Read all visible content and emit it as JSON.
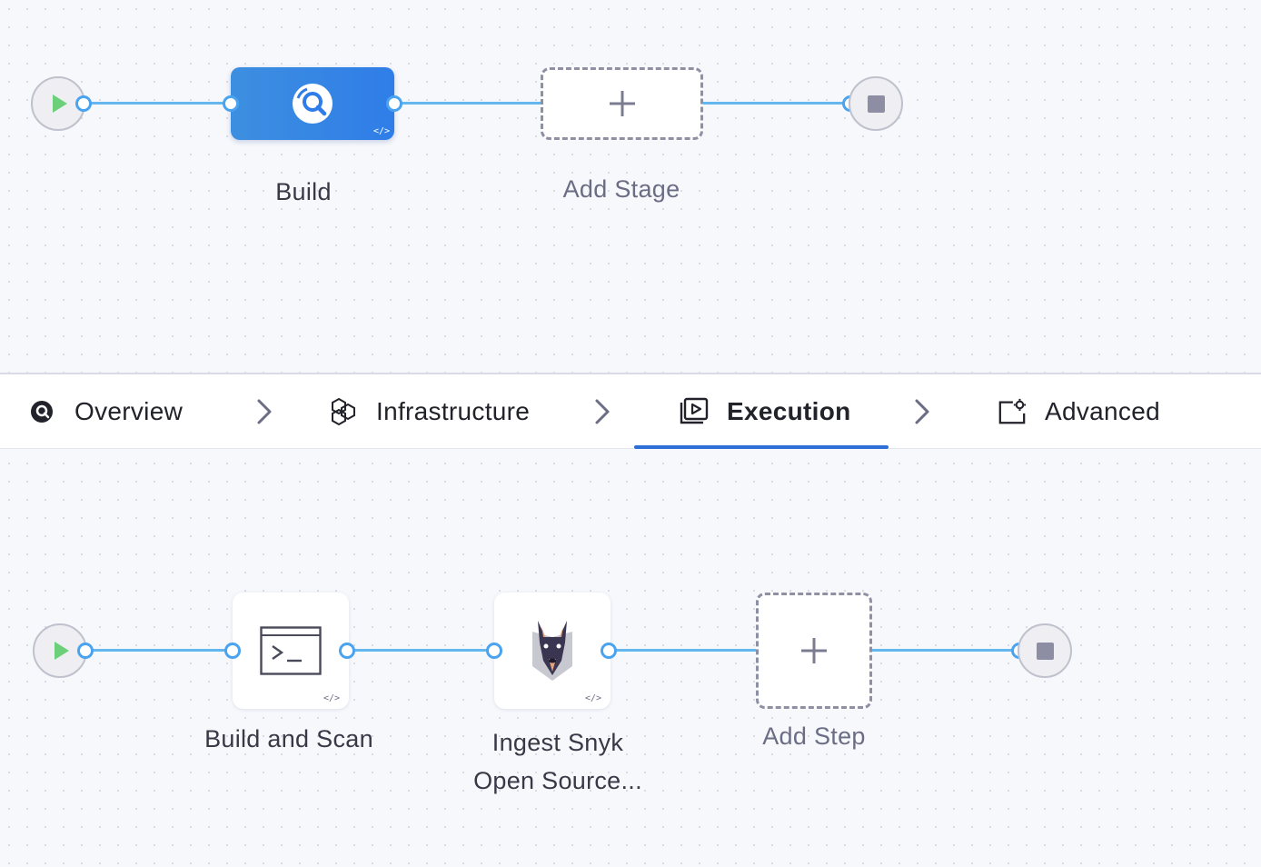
{
  "pipeline": {
    "stages": [
      {
        "label": "Build",
        "icon": "build-stage-icon"
      }
    ],
    "add_stage_label": "Add Stage"
  },
  "tabs": [
    {
      "label": "Overview",
      "icon": "overview-icon",
      "active": false
    },
    {
      "label": "Infrastructure",
      "icon": "infrastructure-icon",
      "active": false
    },
    {
      "label": "Execution",
      "icon": "execution-icon",
      "active": true
    },
    {
      "label": "Advanced",
      "icon": "advanced-settings-icon",
      "active": false
    }
  ],
  "execution": {
    "steps": [
      {
        "label": "Build and Scan",
        "icon": "terminal-icon"
      },
      {
        "label": "Ingest Snyk Open Source...",
        "icon": "snyk-logo-icon"
      }
    ],
    "add_step_label": "Add Step"
  },
  "colors": {
    "accent": "#2d6fd6",
    "connector": "#63b7ee",
    "stage_fill": "#3586e6",
    "play": "#6cd07a"
  }
}
